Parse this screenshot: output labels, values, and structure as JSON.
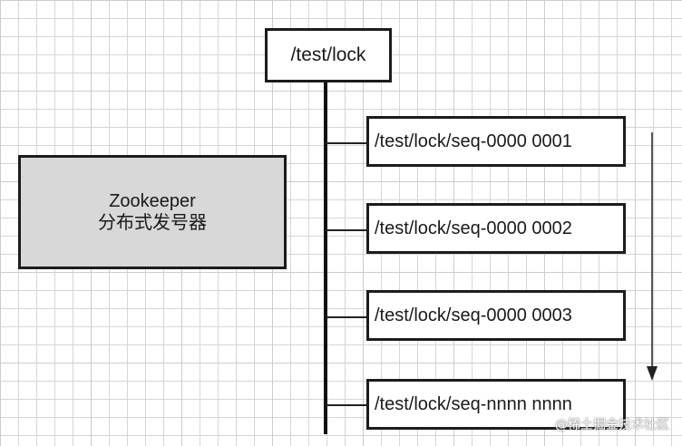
{
  "root_node": {
    "label": "/test/lock"
  },
  "generator": {
    "title": "Zookeeper",
    "subtitle": "分布式发号器"
  },
  "sequence_nodes": [
    {
      "label": "/test/lock/seq-0000 0001"
    },
    {
      "label": "/test/lock/seq-0000 0002"
    },
    {
      "label": "/test/lock/seq-0000 0003"
    },
    {
      "label": "/test/lock/seq-nnnn nnnn"
    }
  ],
  "watermark": {
    "text": "@稀土掘金技术社区"
  }
}
